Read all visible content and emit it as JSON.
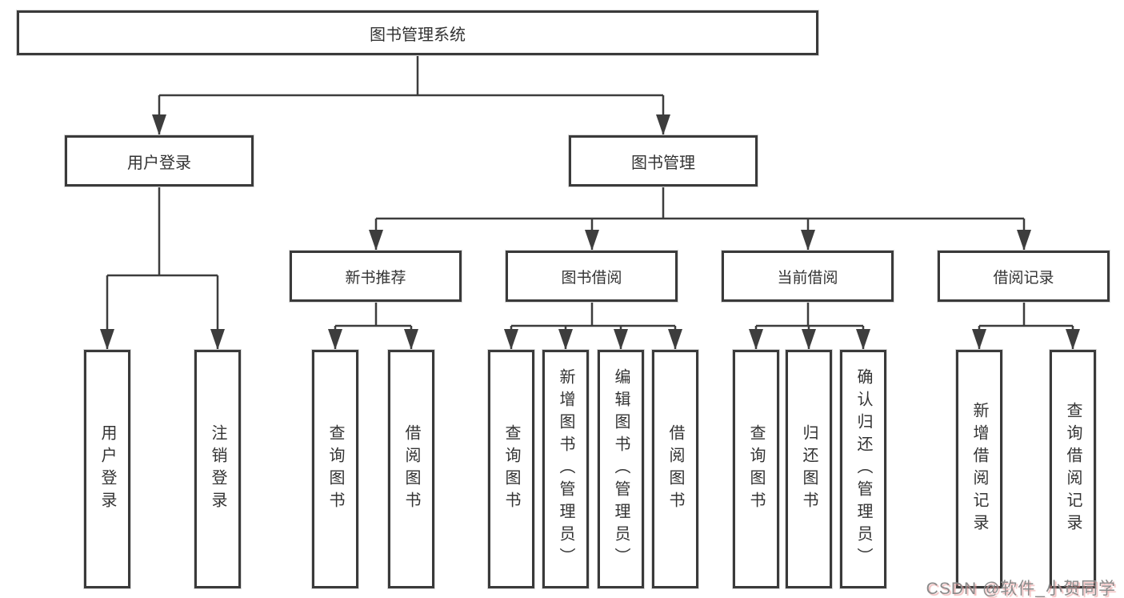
{
  "colors": {
    "line": "#3d3d3d",
    "box_border": "#3a3a3a",
    "box_bg": "#ffffff",
    "text": "#333333",
    "watermark": "#8a8a8a",
    "watermark_shadow": "#e89696"
  },
  "tree": {
    "root": {
      "label": "图书管理系统"
    },
    "children": [
      {
        "label": "用户登录",
        "children": [
          {
            "label": "用户登录"
          },
          {
            "label": "注销登录"
          }
        ]
      },
      {
        "label": "图书管理",
        "children": [
          {
            "label": "新书推荐",
            "children": [
              {
                "label": "查询图书"
              },
              {
                "label": "借阅图书"
              }
            ]
          },
          {
            "label": "图书借阅",
            "children": [
              {
                "label": "查询图书"
              },
              {
                "label": "新增图书（管理员）"
              },
              {
                "label": "编辑图书（管理员）"
              },
              {
                "label": "借阅图书"
              }
            ]
          },
          {
            "label": "当前借阅",
            "children": [
              {
                "label": "查询图书"
              },
              {
                "label": "归还图书"
              },
              {
                "label": "确认归还（管理员）"
              }
            ]
          },
          {
            "label": "借阅记录",
            "children": [
              {
                "label": "新增借阅记录"
              },
              {
                "label": "查询借阅记录"
              }
            ]
          }
        ]
      }
    ]
  },
  "watermark": {
    "text": "CSDN @软件_小贺同学"
  }
}
